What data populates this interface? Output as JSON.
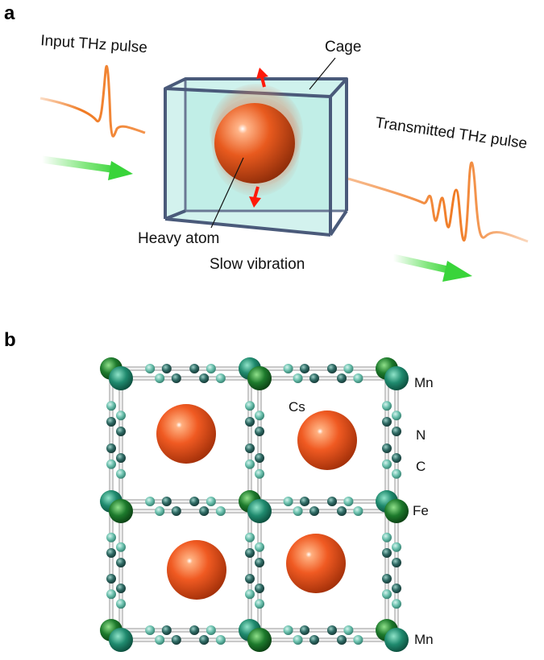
{
  "panel_a": {
    "panel_label": "a",
    "labels": {
      "input_pulse": "Input THz pulse",
      "cage": "Cage",
      "transmitted_pulse": "Transmitted THz pulse",
      "heavy_atom": "Heavy atom",
      "slow_vibration": "Slow vibration"
    }
  },
  "panel_b": {
    "panel_label": "b",
    "labels": {
      "cs": "Cs",
      "mn_top": "Mn",
      "n": "N",
      "c": "C",
      "fe": "Fe",
      "mn_bottom": "Mn"
    }
  },
  "colors": {
    "pulse": "#f07a22",
    "arrow": "#5fe05a",
    "cage_frame": "#4a5a7a",
    "cage_fill": "#aee8e0",
    "heavy_atom": "#e5531c",
    "vibration_arrow": "#ff1a0a",
    "mn_atom": "#1f8a6e",
    "fe_atom": "#1d7a2c",
    "n_atom": "#6cc1ae",
    "c_atom": "#2f6a64"
  }
}
